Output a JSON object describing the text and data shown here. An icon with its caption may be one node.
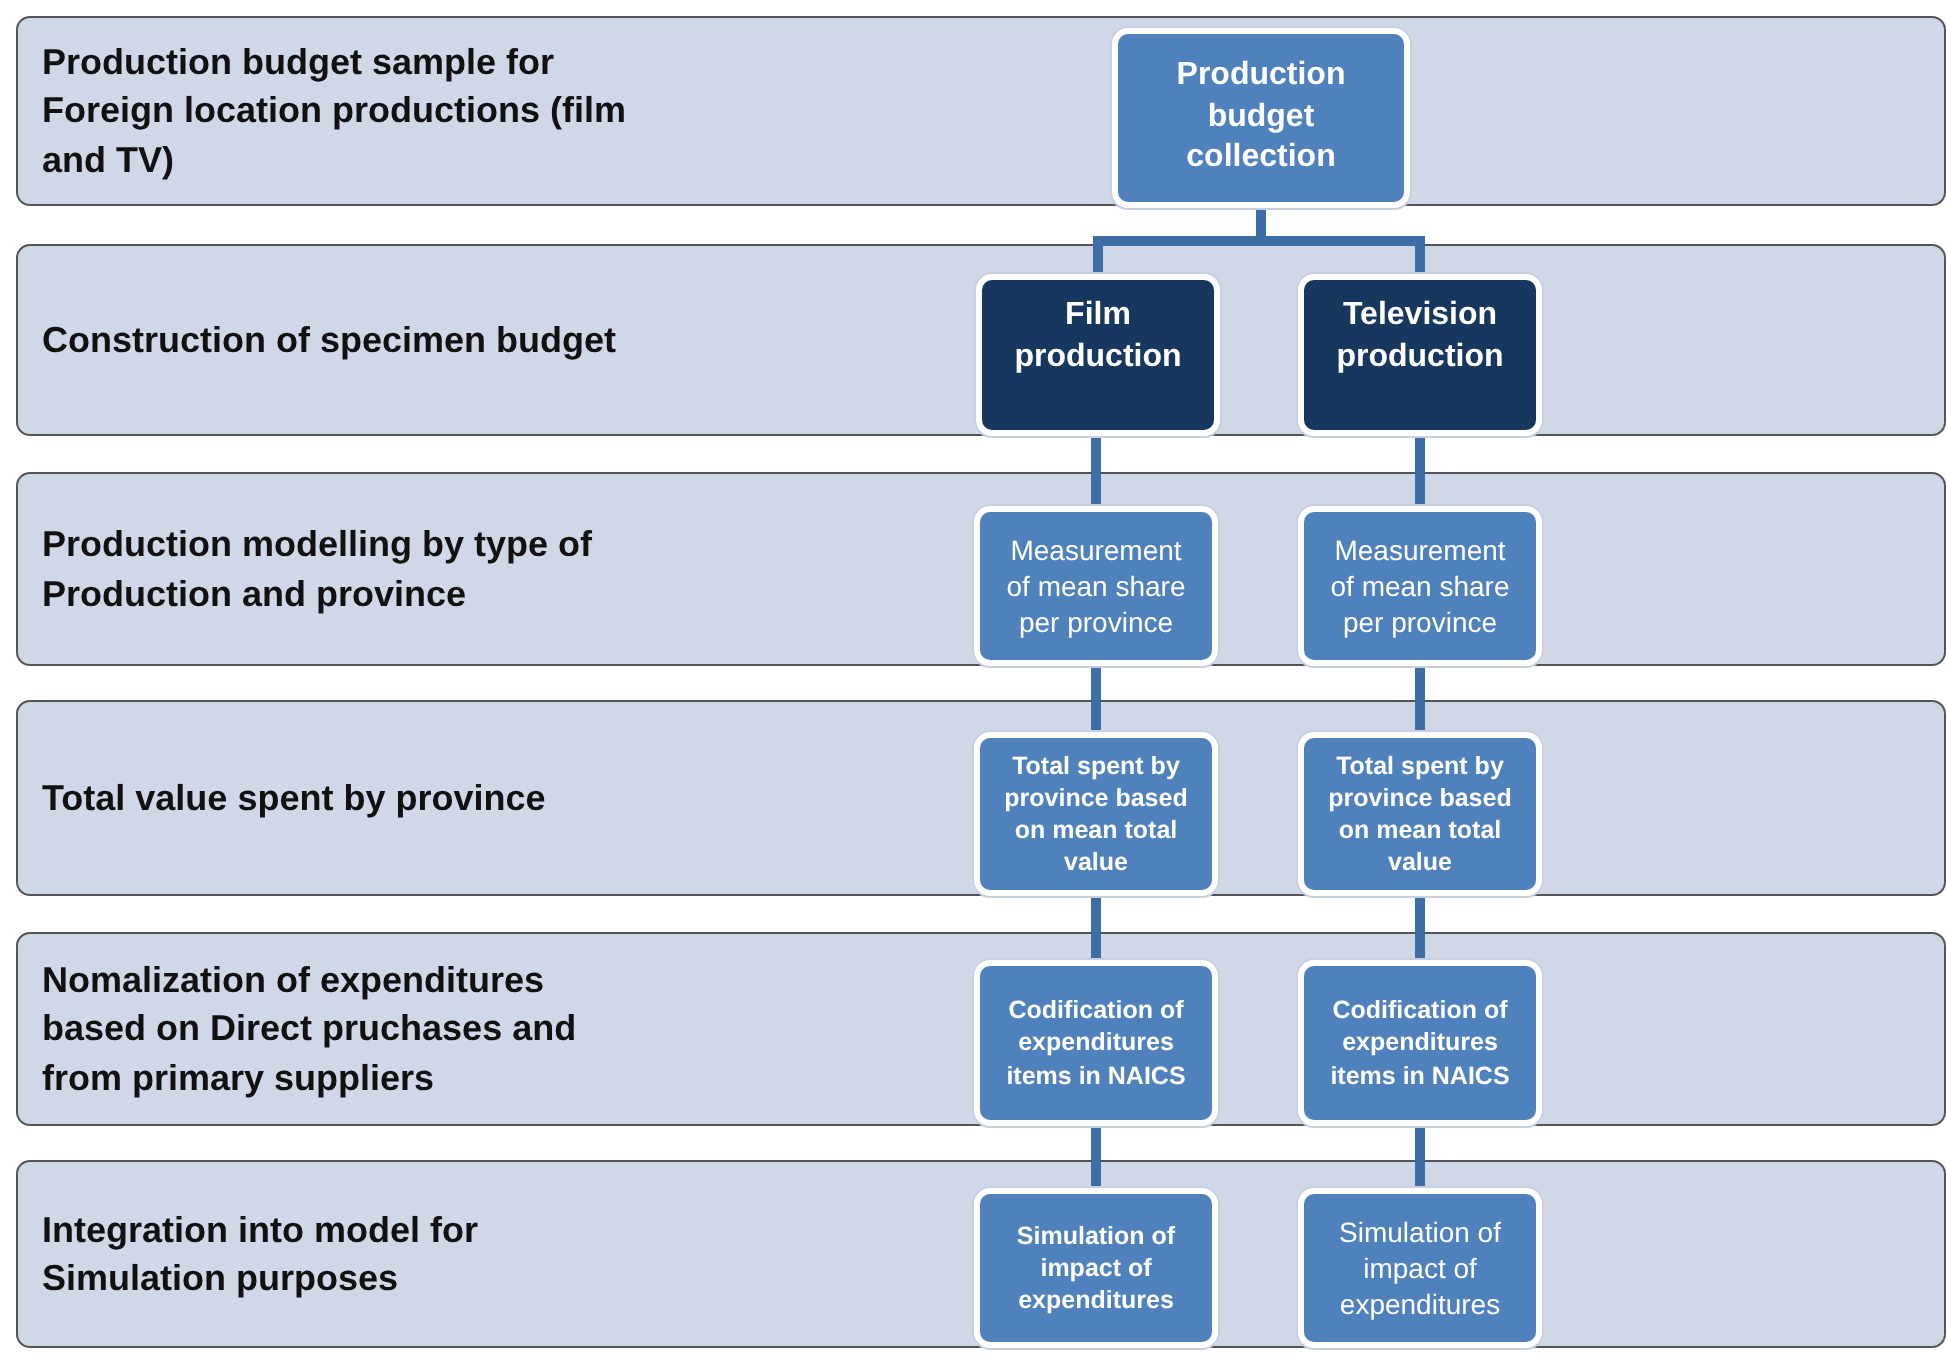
{
  "diagram": {
    "nodes": [
      {
        "text": [
          "Production budget sample for Foreign location productions (film and TV)"
        ]
      },
      {
        "text": [
          "Production budget collection"
        ],
        "in": 0
      },
      {
        "text": [
          "Construction of specimen budget"
        ]
      },
      {
        "text": [
          "Film production"
        ],
        "in": 2
      },
      {
        "text": [
          "Television production"
        ],
        "in": 2
      },
      {
        "text": [
          "Production modelling by type of Production and province"
        ]
      },
      {
        "text": [
          "Measurement of mean share per province"
        ],
        "in": 5
      },
      {
        "text": [
          "Measurement of mean share per province"
        ],
        "in": 5
      },
      {
        "text": [
          "Total value spent by province"
        ]
      },
      {
        "text": [
          "Total spent by province based on mean total value"
        ],
        "in": 8
      },
      {
        "text": [
          "Total spent by province based on mean total value"
        ],
        "in": 8
      },
      {
        "text": [
          "Nomalization of expenditures based on Direct pruchases and from primary suppliers"
        ]
      },
      {
        "text": [
          "Codification of expenditures items in NAICS"
        ],
        "in": 11
      },
      {
        "text": [
          "Codification of expenditures items in NAICS"
        ],
        "in": 11
      },
      {
        "text": [
          "Integration into model for Simulation purposes"
        ]
      },
      {
        "text": [
          "Simulation of impact of expenditures"
        ],
        "in": 14
      },
      {
        "text": [
          "Simulation of impact of expenditures"
        ],
        "in": 14
      }
    ],
    "edges": [
      {
        "from": 1,
        "to": 3,
        "arrow": "none"
      },
      {
        "from": 1,
        "to": 4,
        "arrow": "none"
      },
      {
        "from": 3,
        "to": 6,
        "arrow": "none"
      },
      {
        "from": 4,
        "to": 7,
        "arrow": "none"
      },
      {
        "from": 6,
        "to": 9,
        "arrow": "none"
      },
      {
        "from": 7,
        "to": 10,
        "arrow": "none"
      },
      {
        "from": 9,
        "to": 12,
        "arrow": "none"
      },
      {
        "from": 10,
        "to": 13,
        "arrow": "none"
      },
      {
        "from": 12,
        "to": 15,
        "arrow": "none"
      },
      {
        "from": 13,
        "to": 16,
        "arrow": "none"
      }
    ]
  }
}
